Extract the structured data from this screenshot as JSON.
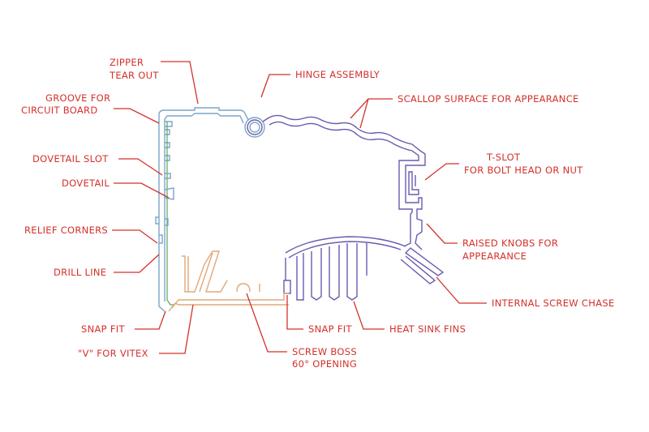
{
  "labels": {
    "zipper": [
      "ZIPPER",
      "TEAR OUT"
    ],
    "hinge": "HINGE ASSEMBLY",
    "scallop": "SCALLOP SURFACE FOR APPEARANCE",
    "groove": [
      "GROOVE FOR",
      "CIRCUIT BOARD"
    ],
    "dovetail_slot": "DOVETAIL SLOT",
    "dovetail": "DOVETAIL",
    "tslot": [
      "T-SLOT",
      "FOR BOLT HEAD OR NUT"
    ],
    "relief": "RELIEF CORNERS",
    "raised": [
      "RAISED KNOBS FOR",
      "APPEARANCE"
    ],
    "drill": "DRILL LINE",
    "screw_chase": "INTERNAL SCREW CHASE",
    "snap_left": "SNAP FIT",
    "snap_right": "SNAP FIT",
    "heat_sink": "HEAT SINK FINS",
    "vitex": "\"V\" FOR VITEX",
    "screw_boss": [
      "SCREW BOSS",
      "60° OPENING"
    ]
  },
  "colors": {
    "label": "#d3312b",
    "outline_blue": "#7aa6c9",
    "outline_purple": "#6a5bb0",
    "outline_green": "#5aa85a",
    "outline_tan": "#e0a978"
  }
}
